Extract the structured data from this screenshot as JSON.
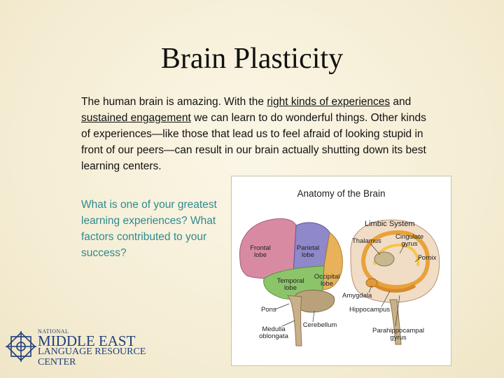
{
  "slide": {
    "title": "Brain Plasticity",
    "paragraph": {
      "t1": "The human brain is amazing. With the ",
      "link1": "right kinds of experiences",
      "t2": " and ",
      "link2": "sustained engagement",
      "t3": " we can learn to do wonderful things. Other kinds of experiences—like those that lead us to feel afraid of looking stupid in front of our peers—can result in our brain actually shutting down its best learning centers."
    },
    "question": "What is one of your greatest learning experiences? What factors contributed to your success?"
  },
  "figure": {
    "title": "Anatomy of the Brain",
    "limbic_title": "Limbic System",
    "labels": {
      "frontal": "Frontal lobe",
      "parietal": "Parietal lobe",
      "occipital": "Occipital lobe",
      "temporal": "Temporal lobe",
      "pons": "Pons",
      "cerebellum": "Cerebellum",
      "medulla": "Medulla oblongata",
      "thalamus": "Thalamus",
      "cingulate": "Cingulate gyrus",
      "fornix": "Fornix",
      "amygdala": "Amygdala",
      "hippocampus": "Hippocampus",
      "parahippocampal": "Parahippocampal gyrus"
    }
  },
  "logo": {
    "line1": "NATIONAL",
    "line2": "MIDDLE EAST",
    "line3": "LANGUAGE RESOURCE",
    "line4": "CENTER"
  },
  "colors": {
    "background": "#f4ecd2",
    "question_text": "#2f8a8e",
    "logo_blue": "#1f3f7a"
  }
}
